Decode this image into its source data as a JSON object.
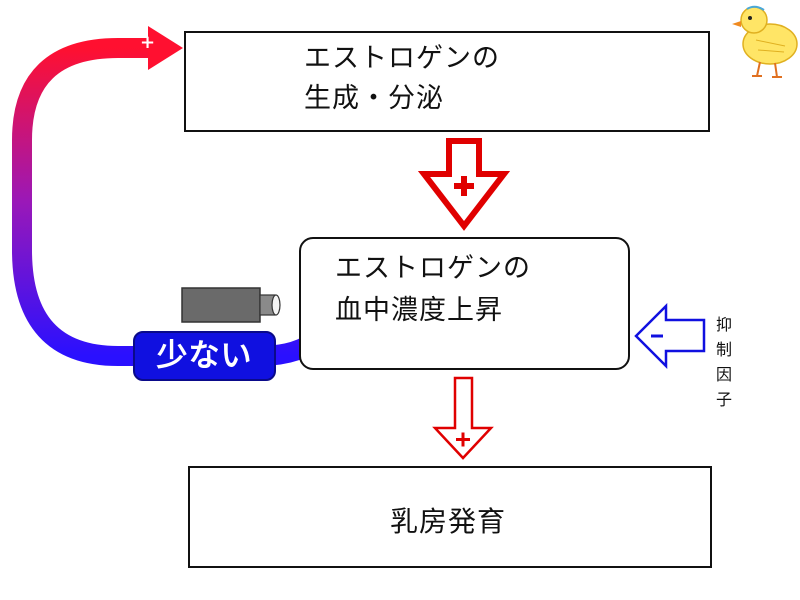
{
  "boxes": {
    "production": {
      "line1": "エストロゲンの",
      "line2": "生成・分泌"
    },
    "blood": {
      "line1": "エストロゲンの",
      "line2": "血中濃度上昇"
    },
    "breast": {
      "label": "乳房発育"
    }
  },
  "inhibitor": {
    "line1": "抑制",
    "line2": "因子"
  },
  "low_badge": "少ない",
  "signs": {
    "plus": "+",
    "minus": "−"
  },
  "colors": {
    "positive": "#e00000",
    "negative": "#1010e0",
    "loop_start": "#2a10ff",
    "loop_end": "#ff1030",
    "sensor": "#666666"
  },
  "icons": [
    "red-outline-up-arrow-icon",
    "red-down-arrow-icon",
    "blue-left-arrow-icon",
    "sensor-camera-icon",
    "chick-doodle-icon"
  ]
}
